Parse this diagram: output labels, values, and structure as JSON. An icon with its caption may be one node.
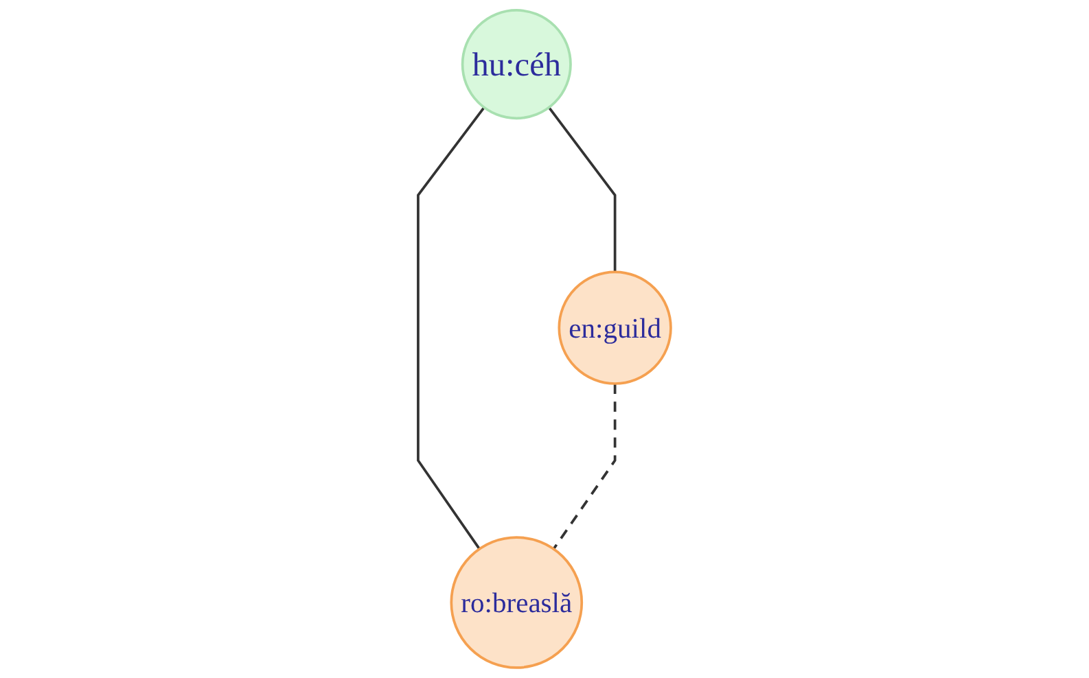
{
  "diagram": {
    "nodes": [
      {
        "text": [
          "hu:céh"
        ]
      },
      {
        "text": [
          "en:guild"
        ]
      },
      {
        "text": [
          "ro:breaslă"
        ]
      }
    ],
    "edges": [
      {
        "from": 0,
        "to": 1,
        "arrow": "none"
      },
      {
        "from": 0,
        "to": 2,
        "arrow": "none"
      },
      {
        "from": 1,
        "to": 2,
        "arrow": "none",
        "style": "dashed"
      }
    ]
  }
}
